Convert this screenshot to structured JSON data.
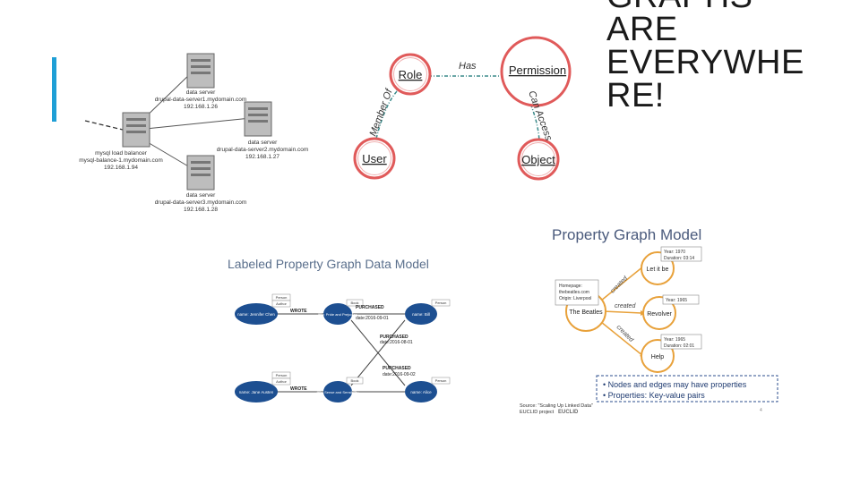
{
  "slide": {
    "title_lines": [
      "GRAPHS",
      "ARE",
      "EVERYWHE",
      "RE!"
    ],
    "accent_color": "#1f9fd6"
  },
  "network": {
    "servers": [
      {
        "name": "data server",
        "host": "drupal-data-server1.mydomain.com",
        "ip": "192.168.1.26"
      },
      {
        "name": "data server",
        "host": "drupal-data-server2.mydomain.com",
        "ip": "192.168.1.27"
      },
      {
        "name": "data server",
        "host": "drupal-data-server3.mydomain.com",
        "ip": "192.168.1.28"
      }
    ],
    "balancer": {
      "name": "mysql load balancer",
      "host": "mysql-balance-1.mydomain.com",
      "ip": "192.168.1.94"
    }
  },
  "rbac": {
    "nodes": {
      "role": "Role",
      "permission": "Permission",
      "user": "User",
      "object": "Object"
    },
    "edges": {
      "has": "Has",
      "member_of": "Member Of",
      "can_access": "Can Access"
    },
    "node_color": "#e05a5a"
  },
  "lpg": {
    "title": "Labeled Property Graph Data Model",
    "title_color": "#5a6f8c",
    "node_color": "#1d4f91",
    "nodes": [
      {
        "label": "Person",
        "label2": "Author",
        "props": "name: Jennifer Chen"
      },
      {
        "label": "Book",
        "props": "title: Pride and Prejudice"
      },
      {
        "label": "Person",
        "props": "name: Bill"
      },
      {
        "label": "Person",
        "label2": "Author",
        "props": "name: Jane Austen"
      },
      {
        "label": "Book",
        "props": "title: Sense and Sensibility"
      },
      {
        "label": "Person",
        "props": "name: Alice"
      }
    ],
    "edges": {
      "wrote_1": "WROTE",
      "wrote_2": "WROTE",
      "purchased_1": "PURCHASED",
      "purchased_1_date": "date:2016-09-01",
      "purchased_2": "PURCHASED",
      "purchased_2_date": "date:2016-08-01",
      "purchased_3": "PURCHASED",
      "purchased_3_date": "date:2016-09-02"
    }
  },
  "pgm": {
    "title": "Property Graph Model",
    "node_color": "#e8a13a",
    "center": "The Beatles",
    "center_props": [
      "Homepage:",
      "thebeatles.com",
      "Origin: Liverpool"
    ],
    "songs": [
      {
        "name": "Let it be",
        "props": [
          "Year: 1970",
          "Duration: 03:14"
        ]
      },
      {
        "name": "Revolver",
        "props": [
          "Year: 1965"
        ]
      },
      {
        "name": "Help",
        "props": [
          "Year: 1965",
          "Duration: 02:01"
        ]
      }
    ],
    "edge_label": "created",
    "legend": [
      "Nodes and edges may have properties",
      "Properties: Key-value pairs"
    ],
    "source": [
      "Source: \"Scaling Up Linked Data\"",
      "EUCLID project"
    ],
    "logo_text": "EUCLID",
    "page_number": "4"
  }
}
